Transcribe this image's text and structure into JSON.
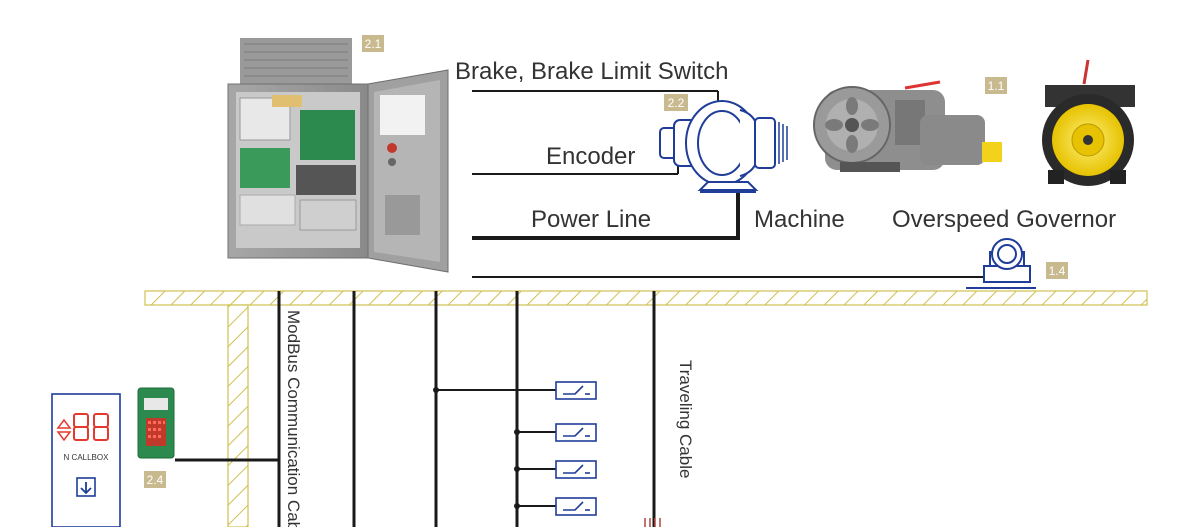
{
  "labels": {
    "brake": "Brake, Brake Limit Switch",
    "encoder": "Encoder",
    "power_line": "Power Line",
    "machine": "Machine",
    "governor": "Overspeed Governor",
    "modbus": "ModBus Communication Cable",
    "traveling": "Traveling Cable",
    "callbox": "N CALLBOX"
  },
  "badges": {
    "controller": "2.1",
    "encoder": "2.2",
    "traction": "1.1",
    "governor": "1.4",
    "display_board": "2.4"
  },
  "colors": {
    "line": "#1a1a1a",
    "blue": "#1f3d99",
    "hatch": "#cfc050",
    "badge": "#c9b98f",
    "cabinet": "#8f8f8f",
    "led": "#e23a2e",
    "pcb": "#2d8a4e",
    "yellow": "#f2d21b"
  },
  "icons": {
    "callbox_arrows": "up-down-arrow-icon",
    "callbox_button": "down-arrow-icon",
    "switch": "limit-switch-icon"
  }
}
